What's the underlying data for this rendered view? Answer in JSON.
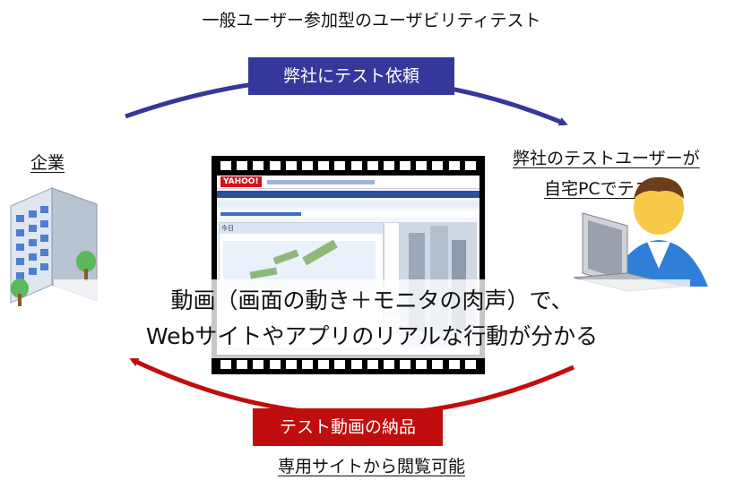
{
  "title": "一般ユーザー参加型のユーザビリティテスト",
  "company_label": "企業",
  "tester_label_line1": "弊社のテストユーザーが",
  "tester_label_line2": "自宅PCでテスト",
  "badge_request": "弊社にテスト依頼",
  "badge_delivery": "テスト動画の納品",
  "footer_label": "専用サイトから閲覧可能",
  "caption_line1": "動画（画面の動き＋モニタの肉声）で、",
  "caption_line2": "Webサイトやアプリのリアルな行動が分かる",
  "screenshot": {
    "logo_text": "YAHOO!",
    "tab_today": "今日"
  },
  "colors": {
    "request": "#35379a",
    "delivery": "#c00d0d"
  }
}
